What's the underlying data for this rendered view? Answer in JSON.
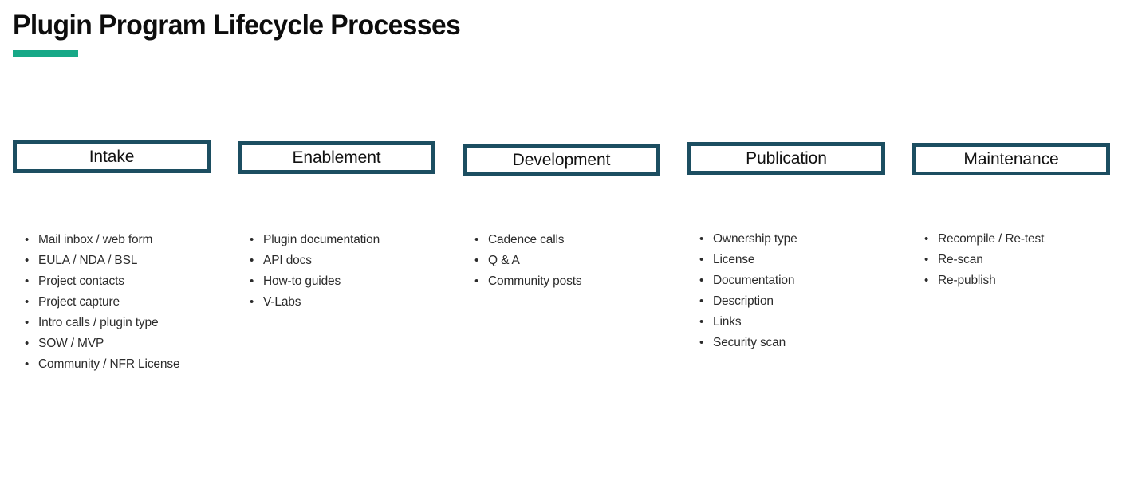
{
  "title": {
    "text": "Plugin Program Lifecycle Processes",
    "accent_color": "#17a887"
  },
  "theme": {
    "box_border_color": "#1c4e61",
    "box_fill_color": "#ffffff",
    "background_color": "#ffffff",
    "body_text_color": "#2b2b2b",
    "heading_text_color": "#111111"
  },
  "bullet_glyph": "•",
  "stages": [
    {
      "name": "Intake",
      "tasks": [
        "Mail inbox / web form",
        "EULA / NDA / BSL",
        "Project contacts",
        "Project capture",
        "Intro calls / plugin type",
        "SOW / MVP",
        "Community / NFR License"
      ]
    },
    {
      "name": "Enablement",
      "tasks": [
        "Plugin documentation",
        "API docs",
        "How-to guides",
        "V-Labs"
      ]
    },
    {
      "name": "Development",
      "tasks": [
        "Cadence calls",
        "Q & A",
        "Community posts"
      ]
    },
    {
      "name": "Publication",
      "tasks": [
        "Ownership type",
        "License",
        "Documentation",
        "Description",
        "Links",
        "Security scan"
      ]
    },
    {
      "name": "Maintenance",
      "tasks": [
        "Recompile / Re-test",
        "Re-scan",
        "Re-publish"
      ]
    }
  ]
}
